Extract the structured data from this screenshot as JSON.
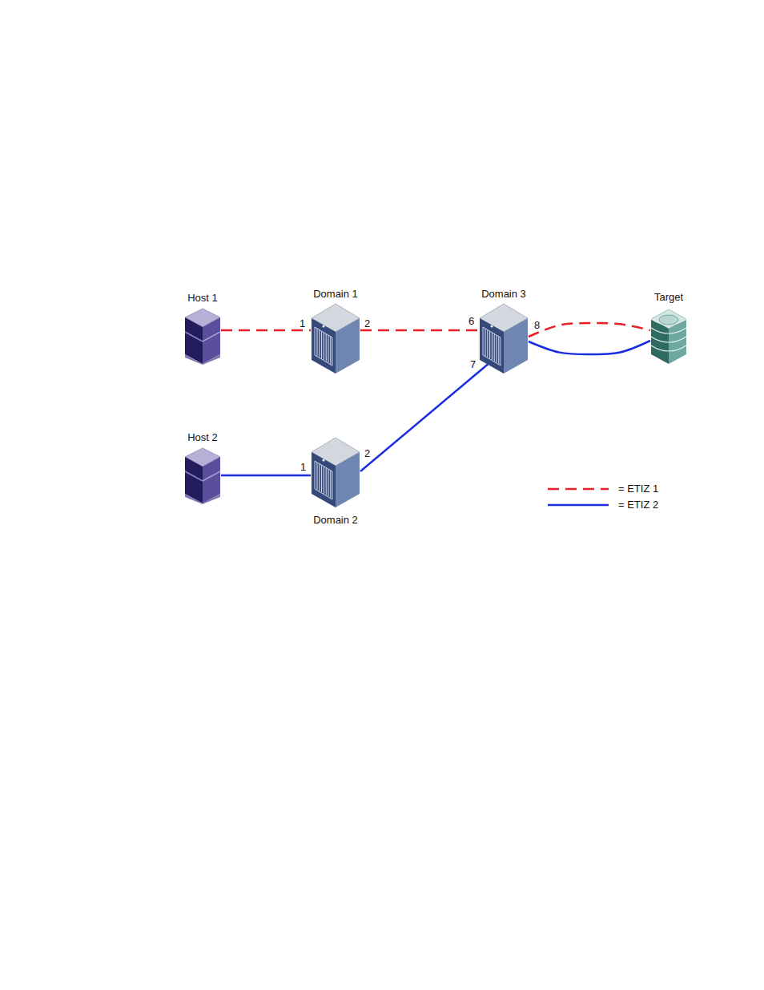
{
  "diagram": {
    "nodes": [
      {
        "text": [
          "Host 1"
        ]
      },
      {
        "text": [
          "Domain 1"
        ]
      },
      {
        "text": [
          "Domain 3"
        ]
      },
      {
        "text": [
          "Target"
        ]
      },
      {
        "text": [
          "Host 2"
        ]
      },
      {
        "text": [
          "Domain 2"
        ]
      }
    ],
    "edges": [
      {
        "from": 0,
        "to": 1,
        "arrow": "none"
      },
      {
        "from": 1,
        "to": 2,
        "arrow": "none"
      },
      {
        "from": 2,
        "to": 3,
        "arrow": "none"
      },
      {
        "from": 4,
        "to": 5,
        "arrow": "none"
      },
      {
        "from": 5,
        "to": 2,
        "arrow": "none"
      },
      {
        "from": 2,
        "to": 3,
        "arrow": "none"
      }
    ],
    "labels": [
      "1",
      "2",
      "6",
      "8",
      "7",
      "1",
      "2"
    ],
    "legend": [
      {
        "text": "= ETIZ 1"
      },
      {
        "text": "= ETIZ 2"
      }
    ]
  }
}
